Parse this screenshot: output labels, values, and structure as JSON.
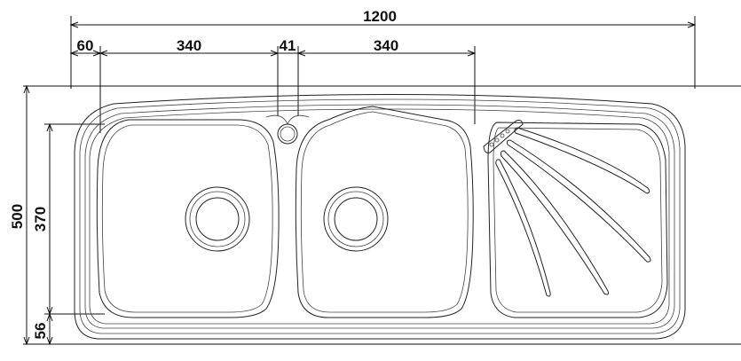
{
  "dimensions": {
    "overall_width": "1200",
    "left_margin": "60",
    "left_bowl_width": "340",
    "center_gap": "41",
    "right_bowl_width": "340",
    "overall_depth": "500",
    "bowl_depth": "370",
    "bottom_margin": "56"
  },
  "colors": {
    "line": "#222222",
    "text": "#111111",
    "background": "#ffffff"
  }
}
